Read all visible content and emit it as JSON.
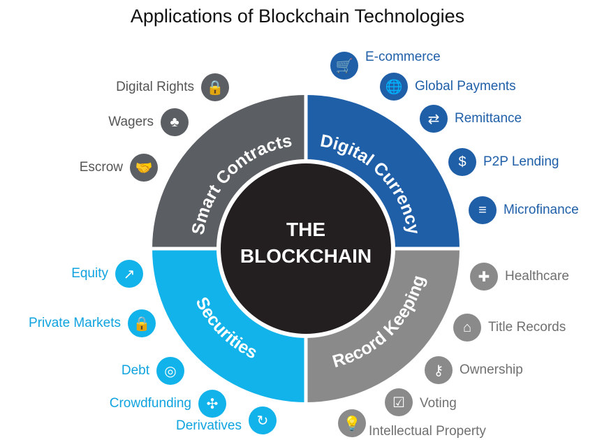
{
  "title": "Applications of Blockchain Technologies",
  "center": {
    "line1": "THE",
    "line2": "BLOCKCHAIN"
  },
  "segments": {
    "smart_contracts": {
      "label": "Smart Contracts",
      "color": "#5b5e62"
    },
    "digital_currency": {
      "label": "Digital Currency",
      "color": "#1f5fa8"
    },
    "securities": {
      "label": "Securities",
      "color": "#12b3ea"
    },
    "record_keeping": {
      "label": "Record Keeping",
      "color": "#8a8a8a"
    }
  },
  "smart_contracts_items": [
    {
      "label": "Digital Rights",
      "icon": "lock-icon",
      "glyph": "🔒"
    },
    {
      "label": "Wagers",
      "icon": "card-suits-icon",
      "glyph": "♣"
    },
    {
      "label": "Escrow",
      "icon": "handshake-icon",
      "glyph": "🤝"
    }
  ],
  "digital_currency_items": [
    {
      "label": "E-commerce",
      "icon": "shopping-cart-icon",
      "glyph": "🛒"
    },
    {
      "label": "Global Payments",
      "icon": "globe-bank-icon",
      "glyph": "🌐"
    },
    {
      "label": "Remittance",
      "icon": "globe-transfer-icon",
      "glyph": "⇄"
    },
    {
      "label": "P2P Lending",
      "icon": "cash-hand-icon",
      "glyph": "$"
    },
    {
      "label": "Microfinance",
      "icon": "coin-stack-icon",
      "glyph": "≡"
    }
  ],
  "securities_items": [
    {
      "label": "Equity",
      "icon": "growth-chart-icon",
      "glyph": "↗"
    },
    {
      "label": "Private Markets",
      "icon": "padlock-icon",
      "glyph": "🔒"
    },
    {
      "label": "Debt",
      "icon": "coins-hand-icon",
      "glyph": "◎"
    },
    {
      "label": "Crowdfunding",
      "icon": "converging-arrows-icon",
      "glyph": "✣"
    },
    {
      "label": "Derivatives",
      "icon": "refresh-icon",
      "glyph": "↻"
    }
  ],
  "record_keeping_items": [
    {
      "label": "Healthcare",
      "icon": "medical-folder-icon",
      "glyph": "✚"
    },
    {
      "label": "Title Records",
      "icon": "house-car-icon",
      "glyph": "⌂"
    },
    {
      "label": "Ownership",
      "icon": "key-icon",
      "glyph": "⚷"
    },
    {
      "label": "Voting",
      "icon": "ballot-box-icon",
      "glyph": "☑"
    },
    {
      "label": "Intellectual Property",
      "icon": "lightbulb-icon",
      "glyph": "💡"
    }
  ]
}
